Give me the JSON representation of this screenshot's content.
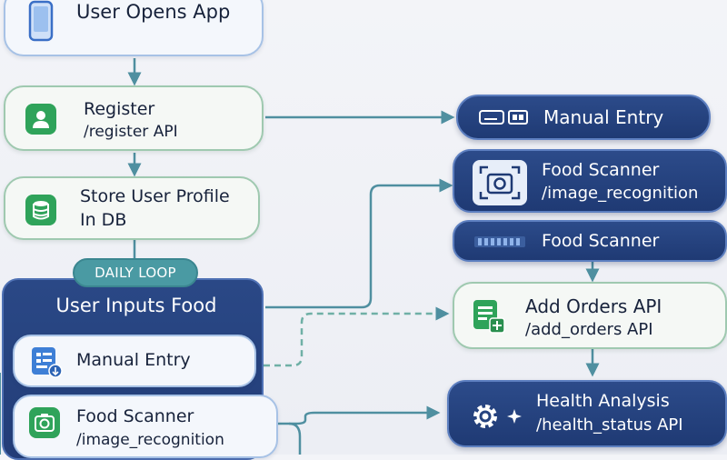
{
  "diagram": {
    "nodes": {
      "user_opens_app": {
        "title": "User Opens App"
      },
      "register": {
        "title": "Register",
        "sub": "/register API"
      },
      "store_profile": {
        "title": "Store User Profile",
        "sub": "In DB"
      },
      "daily_loop": {
        "label": "DAILY LOOP"
      },
      "user_inputs_food": {
        "title": "User Inputs Food"
      },
      "left_manual_entry": {
        "title": "Manual Entry"
      },
      "left_food_scanner": {
        "title": "Food Scanner",
        "sub": "/image_recognition"
      },
      "right_manual_entry": {
        "title": "Manual Entry"
      },
      "right_food_scanner_api": {
        "title": "Food Scanner",
        "sub": "/image_recognition"
      },
      "right_food_scanner": {
        "title": "Food Scanner"
      },
      "add_orders": {
        "title": "Add Orders API",
        "sub": "/add_orders API"
      },
      "health_analysis": {
        "title": "Health Analysis",
        "sub": "/health_status API"
      }
    },
    "colors": {
      "arrow": "#4f8fa0",
      "dark_node": "#243f7b",
      "light_border": "#9fc9b0",
      "accent_green": "#2fa35a",
      "loop_pill": "#4a9aa3"
    },
    "icons": {
      "user_opens_app": "smartphone-icon",
      "register": "user-icon",
      "store_profile": "database-icon",
      "left_manual_entry": "form-icon",
      "left_food_scanner": "camera-icon",
      "right_manual_entry": "keyboard-icon",
      "right_food_scanner_api": "camera-scan-icon",
      "right_food_scanner": "barcode-icon",
      "add_orders": "document-add-icon",
      "health_analysis": "gear-icon"
    }
  }
}
